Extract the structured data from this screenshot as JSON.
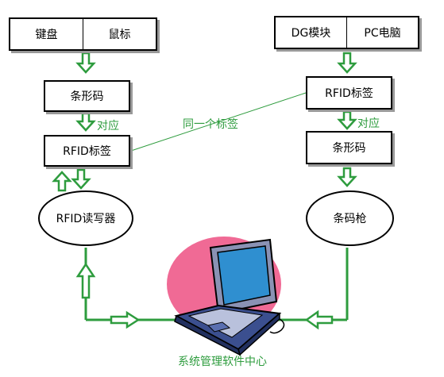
{
  "left_column": {
    "top_box": {
      "left_label": "键盘",
      "right_label": "鼠标"
    },
    "barcode_box": "条形码",
    "rfid_tag_box": "RFID标签",
    "reader_ellipse": "RFID读写器",
    "correspond_label": "对应"
  },
  "right_column": {
    "top_box": {
      "left_label": "DG模块",
      "right_label": "PC电脑"
    },
    "rfid_tag_box": "RFID标签",
    "barcode_box": "条形码",
    "scanner_ellipse": "条码枪",
    "correspond_label": "对应"
  },
  "link_label": "同一个标签",
  "center_caption": "系统管理软件中心",
  "colors": {
    "arrow_green": "#2e9c3e",
    "laptop_pink": "#f06a95",
    "laptop_body": "#5a6fb0",
    "laptop_screen": "#2f8fd0"
  }
}
